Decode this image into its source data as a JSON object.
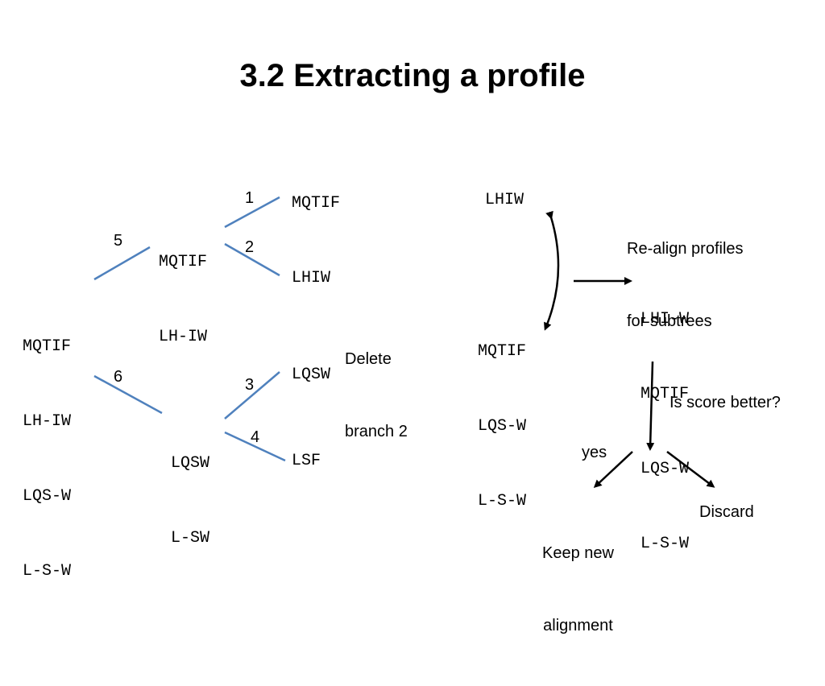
{
  "title": "3.2 Extracting a profile",
  "tree": {
    "root": [
      "MQTIF",
      "LH-IW",
      "LQS-W",
      "L-S-W"
    ],
    "upper_node": [
      "MQTIF",
      "LH-IW"
    ],
    "lower_node": [
      "LQSW",
      "L-SW"
    ],
    "leaves": [
      "MQTIF",
      "LHIW",
      "LQSW",
      "LSF"
    ],
    "branch_labels": [
      "1",
      "2",
      "3",
      "4",
      "5",
      "6"
    ]
  },
  "delete_note": [
    "Delete",
    "branch 2"
  ],
  "right": {
    "subtree_single": "LHIW",
    "subtree_group": [
      "MQTIF",
      "LQS-W",
      "L-S-W"
    ],
    "realign_note": [
      "Re-align profiles",
      "for subtrees"
    ],
    "merged": [
      "LHI-W",
      "MQTIF",
      "LQS-W",
      "L-S-W"
    ],
    "question": "Is score better?",
    "yes_label": "yes",
    "keep": [
      "Keep new",
      "alignment"
    ],
    "discard": "Discard"
  },
  "colors": {
    "edge": "#4f81bd",
    "arrow": "#000000"
  }
}
